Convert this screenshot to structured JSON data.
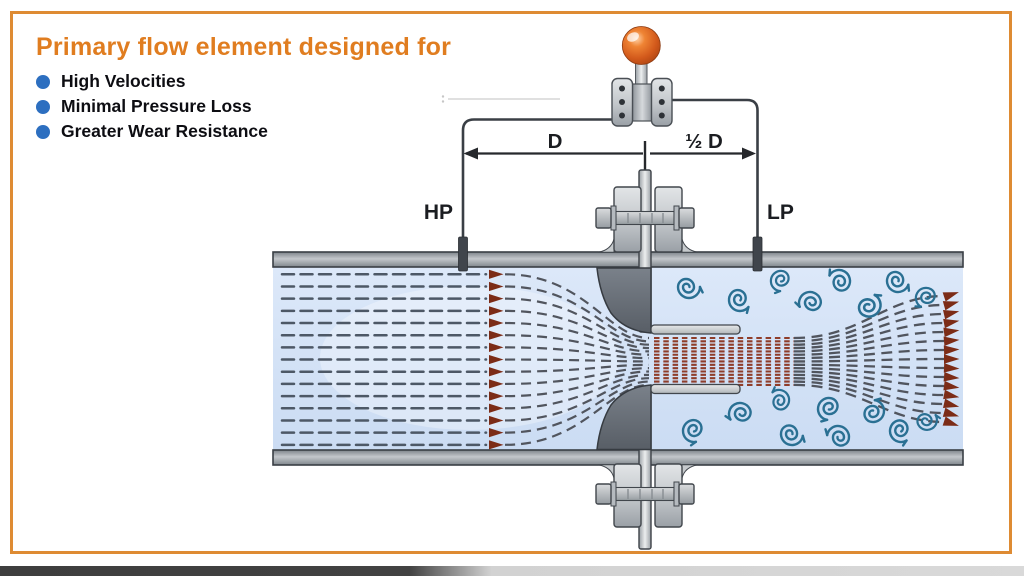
{
  "header": {
    "title": "Primary flow element designed for"
  },
  "bullets": [
    {
      "label": "High Velocities"
    },
    {
      "label": "Minimal Pressure Loss"
    },
    {
      "label": "Greater Wear Resistance"
    }
  ],
  "diagram": {
    "labels": {
      "dimension_upstream": "D",
      "dimension_downstream": "½ D",
      "high_pressure_tap": "HP",
      "low_pressure_tap": "LP"
    },
    "colors": {
      "accent_orange": "#DE8B33",
      "title_orange": "#E07D20",
      "bullet_blue": "#2D6FC0",
      "fluid_blue": "#D4E3F7",
      "streamline_slate": "#4D5866",
      "converge_slate": "#51555E",
      "flow_arrow_maroon": "#7C2C17",
      "jet_red": "#8F3D2A",
      "vortex_teal": "#2A7093",
      "metal_dark": "#3F444A"
    }
  }
}
